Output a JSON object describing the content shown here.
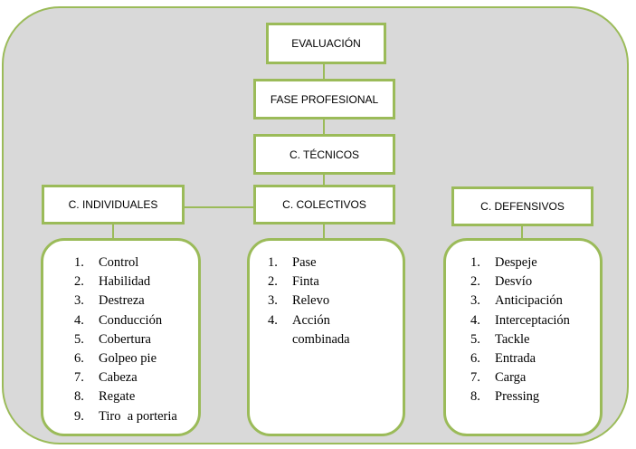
{
  "boxes": {
    "evaluacion": "EVALUACIÓN",
    "fase": "FASE PROFESIONAL",
    "tecnicos": "C. TÉCNICOS",
    "individuales": "C. INDIVIDUALES",
    "colectivos": "C. COLECTIVOS",
    "defensivos": "C. DEFENSIVOS"
  },
  "lists": {
    "individuales": [
      {
        "n": "1.",
        "t": "Control"
      },
      {
        "n": "2.",
        "t": "Habilidad"
      },
      {
        "n": "3.",
        "t": "Destreza"
      },
      {
        "n": "4.",
        "t": "Conducción"
      },
      {
        "n": "5.",
        "t": "Cobertura"
      },
      {
        "n": "6.",
        "t": "Golpeo pie"
      },
      {
        "n": "7.",
        "t": "Cabeza"
      },
      {
        "n": "8.",
        "t": "Regate"
      },
      {
        "n": "9.",
        "t": "Tiro  a porteria"
      }
    ],
    "colectivos": [
      {
        "n": "1.",
        "t": "Pase"
      },
      {
        "n": "2.",
        "t": "Finta"
      },
      {
        "n": "3.",
        "t": "Relevo"
      },
      {
        "n": "4.",
        "t": "Acción combinada"
      }
    ],
    "defensivos": [
      {
        "n": "1.",
        "t": "Despeje"
      },
      {
        "n": "2.",
        "t": "Desvío"
      },
      {
        "n": "3.",
        "t": "Anticipación"
      },
      {
        "n": "4.",
        "t": "Interceptación"
      },
      {
        "n": "5.",
        "t": "Tackle"
      },
      {
        "n": "6.",
        "t": "Entrada"
      },
      {
        "n": "7.",
        "t": "Carga"
      },
      {
        "n": "8.",
        "t": "Pressing"
      }
    ]
  },
  "colors": {
    "border": "#9bbb59",
    "background": "#d9d9d9"
  }
}
